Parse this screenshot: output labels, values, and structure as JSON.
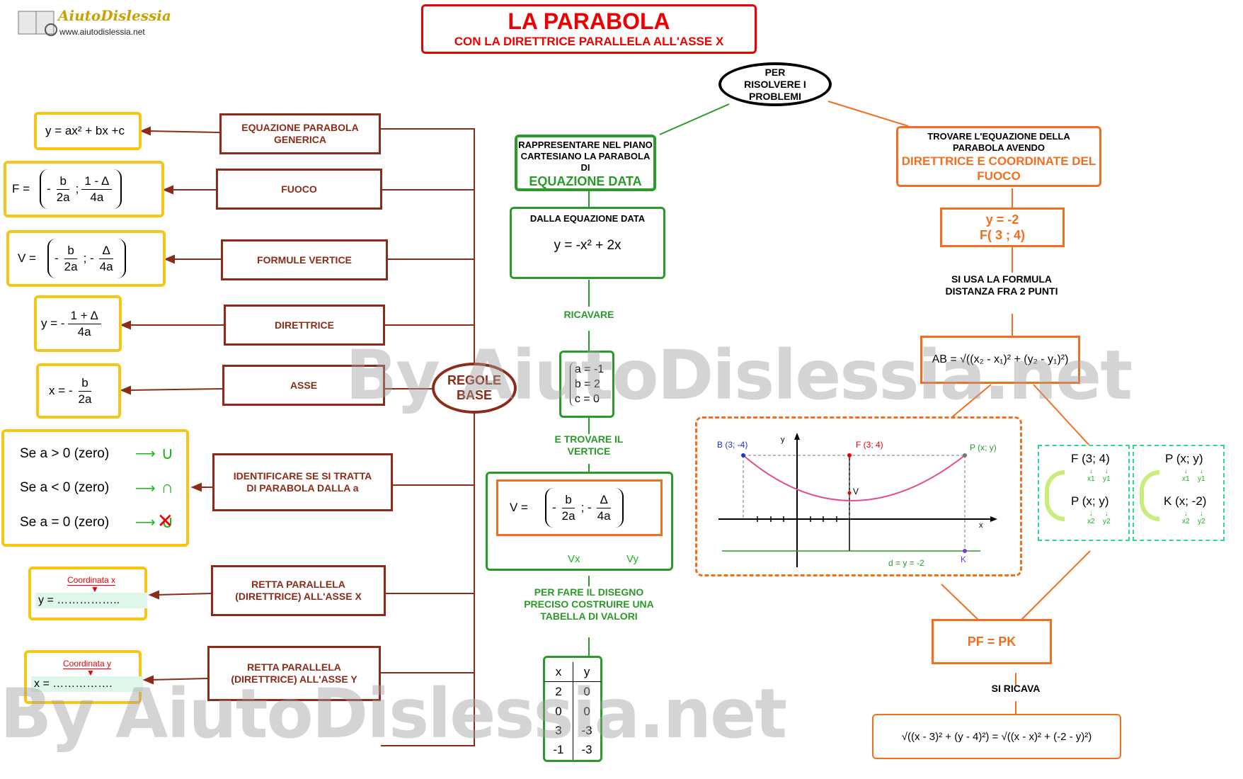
{
  "logo": {
    "name": "AiutoDislessia",
    "url": "www.aiutodislessia.net"
  },
  "title": {
    "main": "LA PARABOLA",
    "sub": "CON LA DIRETTRICE PARALLELA ALL'ASSE X"
  },
  "center_node": "REGOLE BASE",
  "problems_node": "PER RISOLVERE I PROBLEMI",
  "rules": [
    {
      "label": "EQUAZIONE PARABOLA GENERICA"
    },
    {
      "label": "FUOCO"
    },
    {
      "label": "FORMULE VERTICE"
    },
    {
      "label": "DIRETTRICE"
    },
    {
      "label": "ASSE"
    },
    {
      "label": "IDENTIFICARE SE SI TRATTA DI PARABOLA DALLA a"
    },
    {
      "label": "RETTA PARALLELA (DIRETTRICE) ALL'ASSE X"
    },
    {
      "label": "RETTA PARALLELA (DIRETTRICE) ALL'ASSE Y"
    }
  ],
  "formulas": {
    "equation": "y = ax² + bx +c",
    "focus_prefix": "F =",
    "vertex_prefix": "V =",
    "directrix_prefix": "y = -",
    "axis_prefix": "x = -",
    "b": "b",
    "two_a": "2a",
    "four_a": "4a",
    "delta": "Δ",
    "one_minus_delta": "1 - Δ",
    "one_plus_delta": "1 + Δ",
    "sign_rules": [
      {
        "text": "Se a > 0 (zero)",
        "symbol": "∪"
      },
      {
        "text": "Se a < 0 (zero)",
        "symbol": "∩"
      },
      {
        "text": "Se a =  0 (zero)",
        "symbol": "∪"
      }
    ],
    "coord_x_label": "Coordinata x",
    "coord_x_line": "y = ……………..",
    "coord_y_label": "Coordinata y",
    "coord_y_line": "x = ……………."
  },
  "green_branch": {
    "header": "RAPPRESENTARE NEL PIANO CARTESIANO LA PARABOLA DI",
    "header_big": "EQUAZIONE DATA",
    "given_label": "DALLA EQUAZIONE DATA",
    "given_eq": "y = -x² + 2x",
    "step1": "RICAVARE",
    "coeffs": [
      "a = -1",
      "b = 2",
      "c = 0"
    ],
    "step2": "E TROVARE IL VERTICE",
    "vertex_prefix": "V =",
    "vx": "Vx",
    "vy": "Vy",
    "step3": "PER FARE IL DISEGNO PRECISO COSTRUIRE UNA TABELLA DI VALORI",
    "table": {
      "headers": [
        "x",
        "y"
      ],
      "rows": [
        [
          "2",
          "0"
        ],
        [
          "0",
          "0"
        ],
        [
          "3",
          "-3"
        ],
        [
          "-1",
          "-3"
        ]
      ]
    }
  },
  "orange_branch": {
    "header": "TROVARE L'EQUAZIONE DELLA PARABOLA AVENDO",
    "header_highlight": "DIRETTRICE E COORDINATE DEL FUOCO",
    "header_word": "AVENDO",
    "given": [
      "y = -2",
      "F( 3 ; 4)"
    ],
    "step1": "SI USA LA FORMULA DISTANZA FRA 2 PUNTI",
    "distance_formula": "AB = √((x₂ - x₁)² + (y₂ - y₁)²)",
    "graph": {
      "points": [
        "B (3; -4)",
        "F (3; 4)",
        "P (x; y)",
        "V",
        "K"
      ],
      "axis_x": "x",
      "axis_y": "y",
      "directrix": "d = y = -2"
    },
    "pairs_left": [
      "F (3; 4)",
      "P (x; y)"
    ],
    "pairs_right": [
      "P (x; y)",
      "K (x; -2)"
    ],
    "sub_x1": "x1",
    "sub_y1": "y1",
    "sub_x2": "x2",
    "sub_y2": "y2",
    "equality": "PF = PK",
    "step2": "SI RICAVA",
    "result": "√((x - 3)² + (y - 4)²) = √((x - x)² + (-2 - y)²)"
  },
  "watermark": "By AiutoDislessia.net",
  "colors": {
    "brown": "#8b2c1a",
    "yellow": "#f5c518",
    "green": "#2a9a2a",
    "orange": "#f36f1f",
    "red": "#e00"
  }
}
